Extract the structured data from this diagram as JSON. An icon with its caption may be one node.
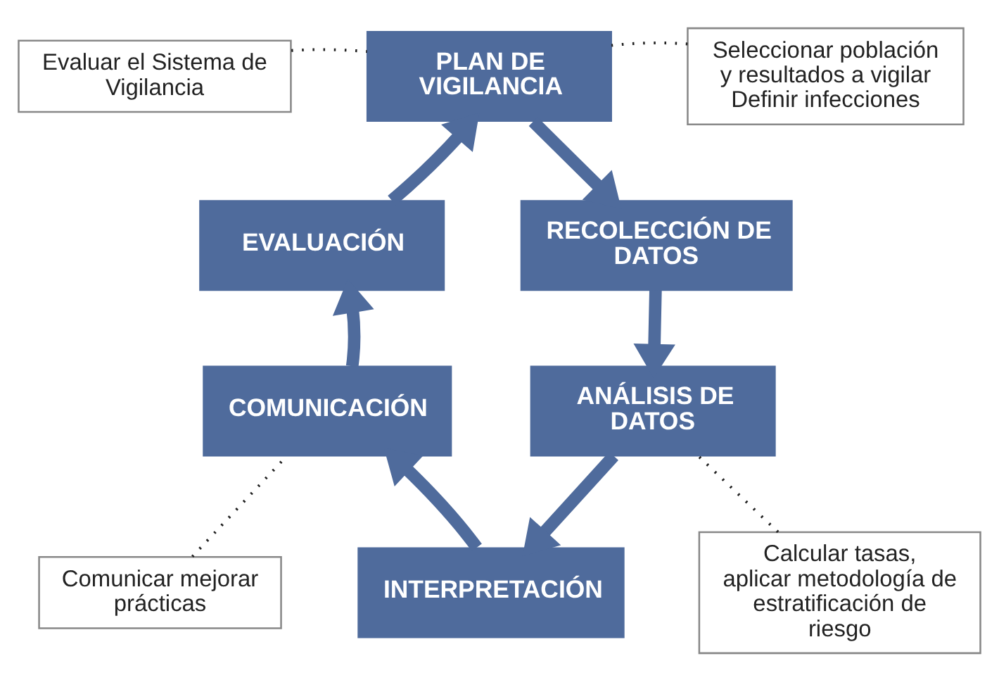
{
  "diagram": {
    "nodes": [
      {
        "text": [
          "PLAN DE VIGILANCIA"
        ]
      },
      {
        "text": [
          "RECOLECCIÓN DE DATOS"
        ]
      },
      {
        "text": [
          "ANÁLISIS DE DATOS"
        ]
      },
      {
        "text": [
          "INTERPRETACIÓN"
        ]
      },
      {
        "text": [
          "COMUNICACIÓN"
        ]
      },
      {
        "text": [
          "EVALUACIÓN"
        ]
      },
      {
        "text": [
          "Evaluar el Sistema de Vigilancia"
        ]
      },
      {
        "text": [
          "Seleccionar población y resultados a vigilar",
          "Definir infecciones"
        ]
      },
      {
        "text": [
          "Calcular tasas, aplicar metodología de estratificación de riesgo"
        ]
      },
      {
        "text": [
          "Comunicar mejorar prácticas"
        ]
      }
    ],
    "edges": [
      {
        "from": 0,
        "to": 1,
        "arrow": "to"
      },
      {
        "from": 1,
        "to": 2,
        "arrow": "to"
      },
      {
        "from": 2,
        "to": 3,
        "arrow": "to"
      },
      {
        "from": 3,
        "to": 4,
        "arrow": "to"
      },
      {
        "from": 4,
        "to": 5,
        "arrow": "to"
      },
      {
        "from": 5,
        "to": 0,
        "arrow": "to"
      },
      {
        "from": 6,
        "to": 0,
        "arrow": "none",
        "style": "dashed",
        "color": "#222222"
      },
      {
        "from": 7,
        "to": 0,
        "arrow": "none",
        "style": "dashed",
        "color": "#222222"
      },
      {
        "from": 8,
        "to": 2,
        "arrow": "none",
        "style": "dashed",
        "color": "#222222"
      },
      {
        "from": 9,
        "to": 4,
        "arrow": "none",
        "style": "dashed",
        "color": "#222222"
      }
    ]
  }
}
